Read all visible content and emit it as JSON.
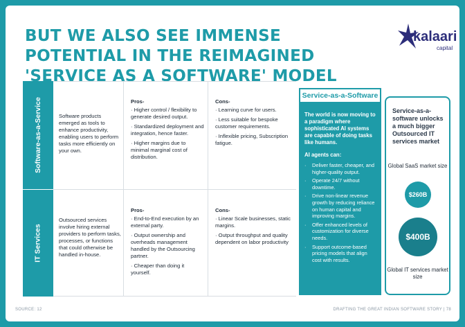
{
  "slide_title": "But we also see immense potential in the reimagined 'service as a software' model",
  "logo": {
    "name": "kalaari",
    "sub": "capital"
  },
  "table": {
    "rows": [
      {
        "label": "Software-as-a-Service",
        "description": "Software products emerged as tools to enhance productivity, enabling users to perform tasks more efficiently on your own.",
        "pros_title": "Pros-",
        "pros": [
          "Higher control / flexibility to generate desired output.",
          "Standardized deployment and integration, hence faster.",
          "Higher margins due to minimal marginal cost of distribution."
        ],
        "cons_title": "Cons-",
        "cons": [
          "Learning curve for users.",
          "Less suitable for bespoke customer requirements.",
          "Inflexible pricing, Subscription fatigue."
        ]
      },
      {
        "label": "IT Services",
        "description": "Outsourced services involve hiring external providers to perform tasks, processes, or functions that could otherwise be handled in-house.",
        "pros_title": "Pros-",
        "pros": [
          "End-to-End execution by an external party.",
          "Output ownership and overheads management handled by the Outsourcing partner.",
          "Cheaper than doing it yourself."
        ],
        "cons_title": "Cons-",
        "cons": [
          "Linear Scale businesses, static margins.",
          "Output throughput and quality dependent on labor productivity"
        ]
      }
    ]
  },
  "saas_panel": {
    "header": "Service-as-a-Software",
    "intro": "The world is now moving to a paradigm where sophisticated AI systems are capable of doing tasks like humans.",
    "agents_title": "AI agents can:",
    "items": [
      "Deliver faster, cheaper, and higher-quality output.",
      "Operate 24/7 without downtime.",
      "Drive non-linear revenue growth by reducing reliance on human capital and improving margins.",
      "Offer enhanced levels of customization for diverse needs.",
      "Support outcome-based pricing models that align cost with results."
    ]
  },
  "market_panel": {
    "title": "Service-as-a-software unlocks a much bigger Outsourced IT services market",
    "saas_label": "Global SaaS market size",
    "saas_value": "$260B",
    "it_value": "$400B",
    "it_label": "Global IT services market size",
    "colors": {
      "saas_circle": "#1e9ba8",
      "it_circle": "#1a7f8c"
    }
  },
  "footer": {
    "source": "SOURCE: 12",
    "page": "DRAFTING THE GREAT INDIAN SOFTWARE STORY | 78"
  }
}
